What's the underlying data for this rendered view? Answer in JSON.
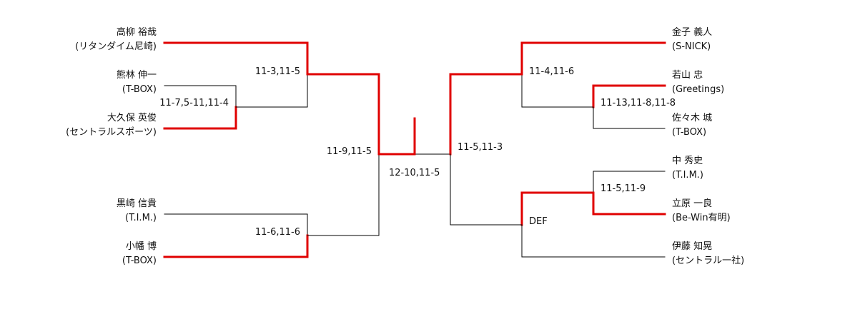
{
  "colors": {
    "winner_line": "#e00000",
    "loser_line": "#000000",
    "text": "#111111"
  },
  "left_players": [
    {
      "name": "高柳 裕哉",
      "team": "(リタンダイム尼崎)"
    },
    {
      "name": "熊林 伸一",
      "team": "(T-BOX)"
    },
    {
      "name": "大久保 英俊",
      "team": "(セントラルスポーツ)"
    },
    {
      "name": "黒崎 信貴",
      "team": "(T.I.M.)"
    },
    {
      "name": "小幡 博",
      "team": "(T-BOX)"
    }
  ],
  "right_players": [
    {
      "name": "金子 義人",
      "team": "(S-NICK)"
    },
    {
      "name": "若山 忠",
      "team": "(Greetings)"
    },
    {
      "name": "佐々木 城",
      "team": "(T-BOX)"
    },
    {
      "name": "中 秀史",
      "team": "(T.I.M.)"
    },
    {
      "name": "立原 一良",
      "team": "(Be-Win有明)"
    },
    {
      "name": "伊藤 知晃",
      "team": "(セントラル一社)"
    }
  ],
  "scores": {
    "l_r1": "11-7,5-11,11-4",
    "l_r2_top": "11-3,11-5",
    "l_r2_bot": "11-6,11-6",
    "l_semi": "11-9,11-5",
    "final": "12-10,11-5",
    "r_semi": "11-5,11-3",
    "r_q_top": "11-4,11-6",
    "r_r1_top": "11-13,11-8,11-8",
    "r_r1_bot": "11-5,11-9",
    "r_q_bot": "DEF"
  }
}
